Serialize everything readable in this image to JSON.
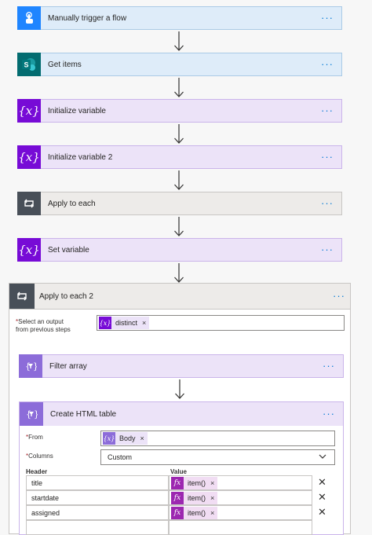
{
  "flow": {
    "steps": [
      {
        "label": "Manually trigger a flow",
        "icon": "touch-trigger-icon",
        "color": "#1f85ff"
      },
      {
        "label": "Get items",
        "icon": "sharepoint-icon",
        "color": "#036c70"
      },
      {
        "label": "Initialize variable",
        "icon": "variable-icon",
        "color": "#770bd6"
      },
      {
        "label": "Initialize variable 2",
        "icon": "variable-icon",
        "color": "#770bd6"
      },
      {
        "label": "Apply to each",
        "icon": "loop-icon",
        "color": "#484f58"
      },
      {
        "label": "Set variable",
        "icon": "variable-icon",
        "color": "#770bd6"
      }
    ],
    "more_glyph": "···",
    "var_glyph": "{x}"
  },
  "apply_each_2": {
    "title": "Apply to each 2",
    "output_label_line1": "Select an output",
    "output_label_line2": "from previous steps",
    "required_mark": "*",
    "output_token": "distinct",
    "token_remove": "×",
    "filter_array": {
      "title": "Filter array"
    },
    "create_html_table": {
      "title": "Create HTML table",
      "from_label": "From",
      "from_token": "Body",
      "columns_label": "Columns",
      "columns_value": "Custom",
      "header_col": "Header",
      "value_col": "Value",
      "rows": [
        {
          "header": "title",
          "value": "item()"
        },
        {
          "header": "startdate",
          "value": "item()"
        },
        {
          "header": "assigned",
          "value": "item()"
        }
      ],
      "delete_glyph": "✕",
      "fx_glyph": "fx"
    }
  }
}
